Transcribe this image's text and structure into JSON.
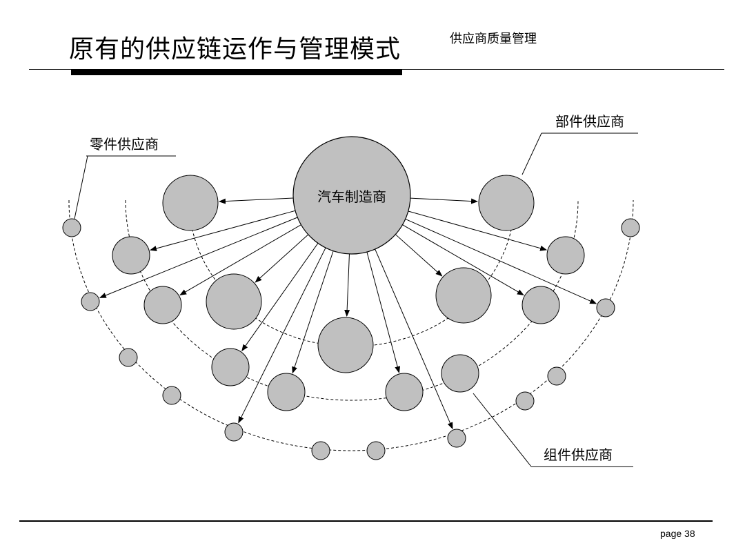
{
  "header": {
    "title": "原有的供应链运作与管理模式",
    "subtitle": "供应商质量管理"
  },
  "diagram": {
    "center_label": "汽车制造商",
    "callouts": {
      "parts": "零件供应商",
      "components": "部件供应商",
      "assemblies": "组件供应商"
    },
    "colors": {
      "node_fill": "#c0c0c0",
      "stroke": "#000000"
    }
  },
  "footer": {
    "page": "page 38"
  }
}
